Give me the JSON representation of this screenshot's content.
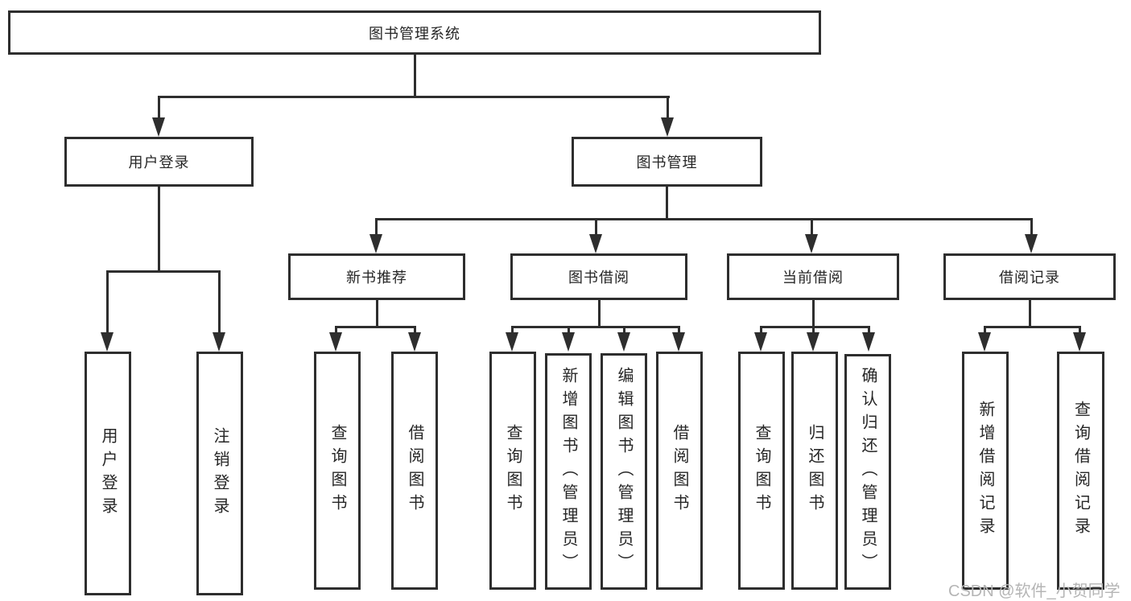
{
  "tree": {
    "root": "图书管理系统",
    "user": {
      "label": "用户登录",
      "children": [
        "用户登录",
        "注销登录"
      ]
    },
    "book": {
      "label": "图书管理",
      "groups": [
        {
          "label": "新书推荐",
          "children": [
            "查询图书",
            "借阅图书"
          ]
        },
        {
          "label": "图书借阅",
          "children": [
            "查询图书",
            "新增图书（管理员）",
            "编辑图书（管理员）",
            "借阅图书"
          ]
        },
        {
          "label": "当前借阅",
          "children": [
            "查询图书",
            "归还图书",
            "确认归还（管理员）"
          ]
        },
        {
          "label": "借阅记录",
          "children": [
            "新增借阅记录",
            "查询借阅记录"
          ]
        }
      ]
    }
  },
  "watermark": "CSDN @软件_小贺同学",
  "colors": {
    "line": "#2e2e2e",
    "text": "#262626",
    "background": "#ffffff",
    "watermark": "#b5b5b5"
  }
}
